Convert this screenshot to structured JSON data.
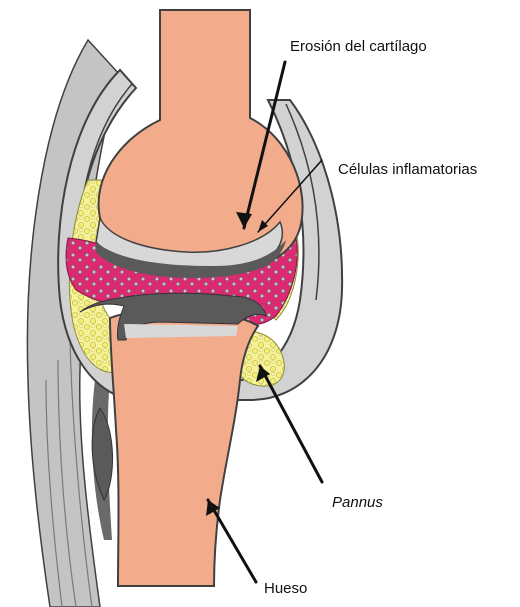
{
  "labels": {
    "cartilage_erosion": "Erosión del cartílago",
    "inflammatory_cells": "Células inflamatorias",
    "pannus": "Pannus",
    "bone": "Hueso"
  },
  "colors": {
    "bone": "#f2ac8c",
    "cartilage": "#d8d8d8",
    "capsule": "#cfcfcf",
    "capsule_outline": "#404040",
    "synovial_fluid": "#db2a72",
    "fat_yellow": "#f4f07a",
    "dark_gray": "#5a5a5a",
    "muscle": "#a9a9a9"
  }
}
